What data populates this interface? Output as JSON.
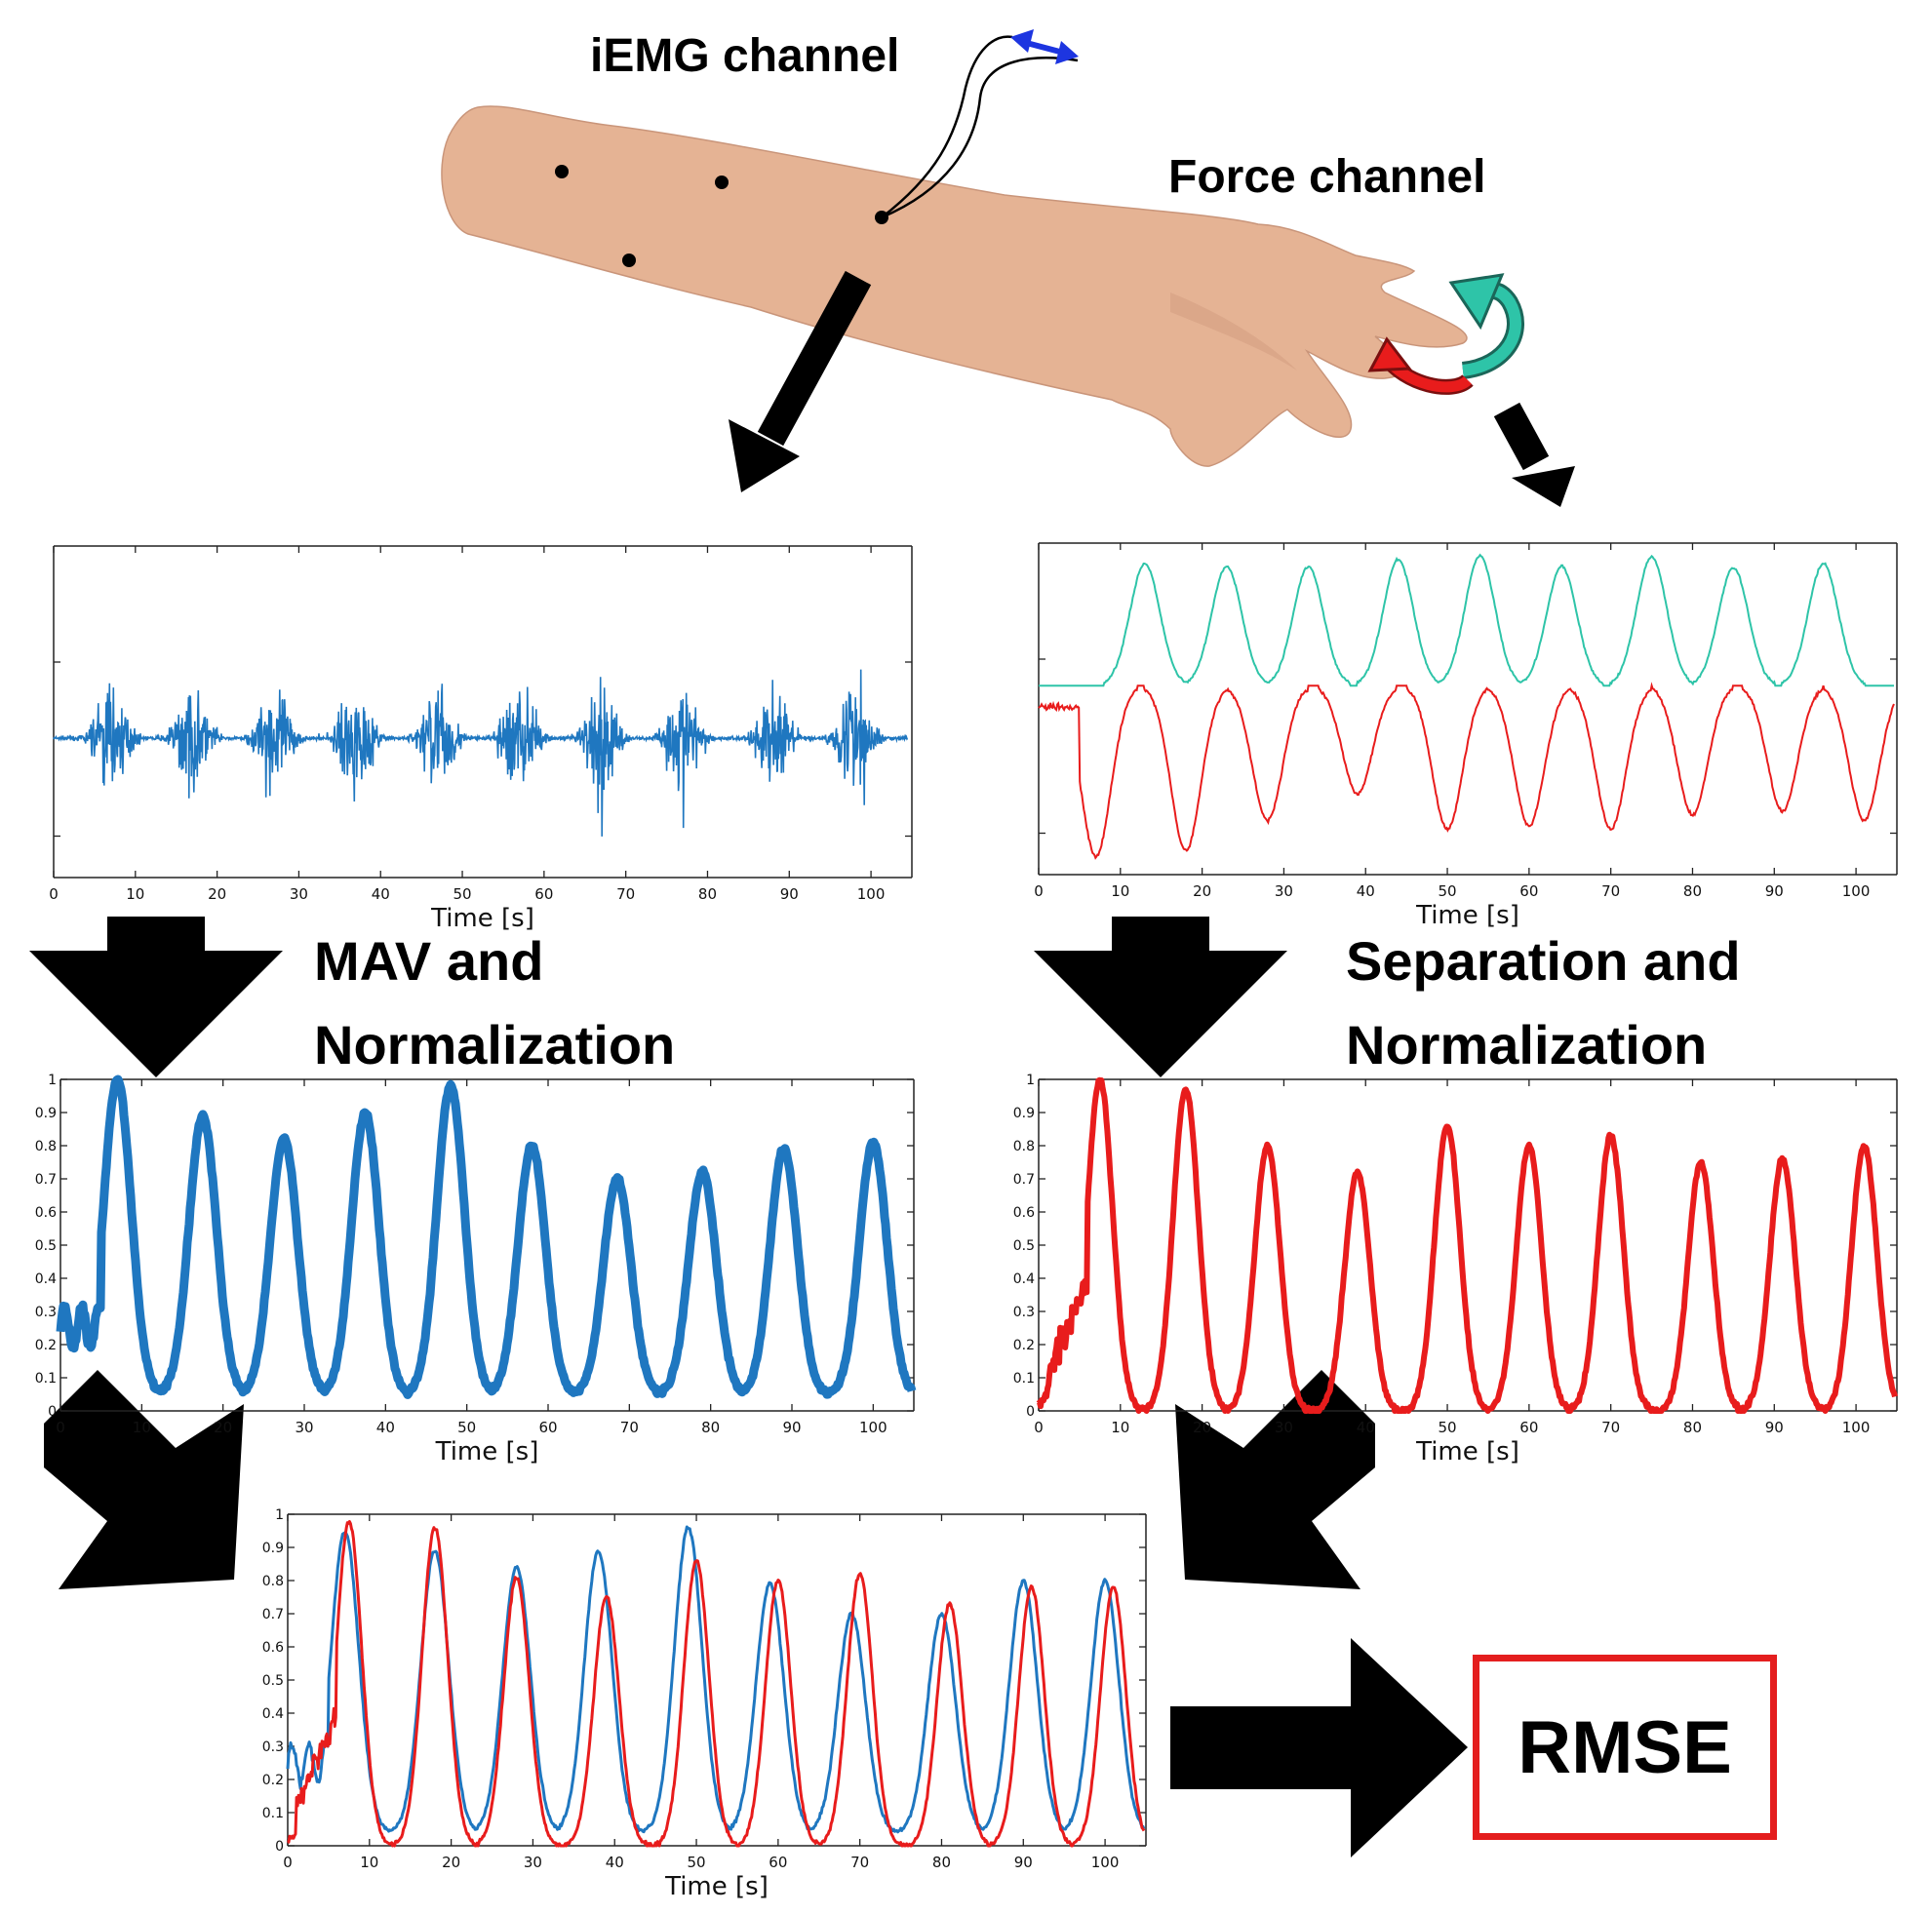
{
  "labels": {
    "iemg_channel": "iEMG channel",
    "force_channel": "Force channel",
    "mav_line1": "MAV and",
    "mav_line2": "Normalization",
    "sep_line1": "Separation and",
    "sep_line2": "Normalization",
    "rmse": "RMSE"
  },
  "colors": {
    "emg_blue": "#1f77c0",
    "force_red": "#e81c1c",
    "force_cyan": "#2ec4a8",
    "arrow": "#000000",
    "rmse_border": "#e41e1e",
    "skin": "#e5b394"
  },
  "chart_data": [
    {
      "type": "line",
      "id": "raw-emg",
      "xlabel": "Time [s]",
      "xticks": [
        0,
        10,
        20,
        30,
        40,
        50,
        60,
        70,
        80,
        90,
        100
      ],
      "xlim": [
        0,
        105
      ],
      "series": [
        {
          "color": "#1f77c0",
          "bursts_at": [
            7,
            17,
            27,
            37,
            47,
            57,
            67,
            77,
            88,
            98
          ]
        }
      ]
    },
    {
      "type": "line",
      "id": "raw-force",
      "xlabel": "Time [s]",
      "xticks": [
        0,
        10,
        20,
        30,
        40,
        50,
        60,
        70,
        80,
        90,
        100
      ],
      "xlim": [
        0,
        105
      ],
      "series": [
        {
          "color": "#2ec4a8",
          "peaks": [
            {
              "x": 13,
              "y": 0.9
            },
            {
              "x": 23,
              "y": 0.88
            },
            {
              "x": 33,
              "y": 0.88
            },
            {
              "x": 44,
              "y": 0.93
            },
            {
              "x": 54,
              "y": 0.96
            },
            {
              "x": 64,
              "y": 0.88
            },
            {
              "x": 75,
              "y": 0.95
            },
            {
              "x": 85,
              "y": 0.87
            },
            {
              "x": 96,
              "y": 0.9
            }
          ]
        },
        {
          "color": "#e81c1c",
          "troughs": [
            {
              "x": 7,
              "y": -0.95
            },
            {
              "x": 18,
              "y": -0.92
            },
            {
              "x": 28,
              "y": -0.75
            },
            {
              "x": 39,
              "y": -0.6
            },
            {
              "x": 50,
              "y": -0.8
            },
            {
              "x": 60,
              "y": -0.78
            },
            {
              "x": 70,
              "y": -0.8
            },
            {
              "x": 80,
              "y": -0.72
            },
            {
              "x": 91,
              "y": -0.7
            },
            {
              "x": 101,
              "y": -0.75
            }
          ]
        }
      ]
    },
    {
      "type": "line",
      "id": "mav-emg",
      "xlabel": "Time [s]",
      "xticks": [
        0,
        10,
        20,
        30,
        40,
        50,
        60,
        70,
        80,
        90,
        100
      ],
      "yticks": [
        0,
        0.1,
        0.2,
        0.3,
        0.4,
        0.5,
        0.6,
        0.7,
        0.8,
        0.9,
        1
      ],
      "xlim": [
        0,
        105
      ],
      "ylim": [
        0,
        1
      ],
      "series": [
        {
          "color": "#1f77c0",
          "peaks": [
            {
              "x": 7,
              "y": 1.0
            },
            {
              "x": 17.5,
              "y": 0.89
            },
            {
              "x": 27.5,
              "y": 0.82
            },
            {
              "x": 37.5,
              "y": 0.9
            },
            {
              "x": 48,
              "y": 0.98
            },
            {
              "x": 58,
              "y": 0.8
            },
            {
              "x": 68.5,
              "y": 0.7
            },
            {
              "x": 79,
              "y": 0.72
            },
            {
              "x": 89,
              "y": 0.79
            },
            {
              "x": 100,
              "y": 0.81
            }
          ],
          "baseline": 0.05
        }
      ]
    },
    {
      "type": "line",
      "id": "force-norm",
      "xlabel": "Time [s]",
      "xticks": [
        0,
        10,
        20,
        30,
        40,
        50,
        60,
        70,
        80,
        90,
        100
      ],
      "yticks": [
        0,
        0.1,
        0.2,
        0.3,
        0.4,
        0.5,
        0.6,
        0.7,
        0.8,
        0.9,
        1
      ],
      "xlim": [
        0,
        105
      ],
      "ylim": [
        0,
        1
      ],
      "series": [
        {
          "color": "#e81c1c",
          "peaks": [
            {
              "x": 7.5,
              "y": 1.0
            },
            {
              "x": 18,
              "y": 0.97
            },
            {
              "x": 28,
              "y": 0.8
            },
            {
              "x": 39,
              "y": 0.72
            },
            {
              "x": 50,
              "y": 0.86
            },
            {
              "x": 60,
              "y": 0.8
            },
            {
              "x": 70,
              "y": 0.83
            },
            {
              "x": 81,
              "y": 0.75
            },
            {
              "x": 91,
              "y": 0.76
            },
            {
              "x": 101,
              "y": 0.8
            }
          ],
          "baseline": 0
        }
      ]
    },
    {
      "type": "line",
      "id": "overlay",
      "xlabel": "Time [s]",
      "xticks": [
        0,
        10,
        20,
        30,
        40,
        50,
        60,
        70,
        80,
        90,
        100
      ],
      "yticks": [
        0,
        0.1,
        0.2,
        0.3,
        0.4,
        0.5,
        0.6,
        0.7,
        0.8,
        0.9,
        1
      ],
      "xlim": [
        0,
        105
      ],
      "ylim": [
        0,
        1
      ],
      "series": [
        {
          "color": "#1f77c0",
          "peaks": [
            {
              "x": 7,
              "y": 0.95
            },
            {
              "x": 18,
              "y": 0.89
            },
            {
              "x": 28,
              "y": 0.84
            },
            {
              "x": 38,
              "y": 0.89
            },
            {
              "x": 49,
              "y": 0.96
            },
            {
              "x": 59,
              "y": 0.79
            },
            {
              "x": 69,
              "y": 0.7
            },
            {
              "x": 80,
              "y": 0.7
            },
            {
              "x": 90,
              "y": 0.8
            },
            {
              "x": 100,
              "y": 0.8
            }
          ],
          "baseline": 0.04
        },
        {
          "color": "#e81c1c",
          "peaks": [
            {
              "x": 7.5,
              "y": 0.98
            },
            {
              "x": 18,
              "y": 0.96
            },
            {
              "x": 28,
              "y": 0.81
            },
            {
              "x": 39,
              "y": 0.75
            },
            {
              "x": 50,
              "y": 0.86
            },
            {
              "x": 60,
              "y": 0.8
            },
            {
              "x": 70,
              "y": 0.82
            },
            {
              "x": 81,
              "y": 0.73
            },
            {
              "x": 91,
              "y": 0.78
            },
            {
              "x": 101,
              "y": 0.78
            }
          ],
          "baseline": 0
        }
      ]
    }
  ]
}
